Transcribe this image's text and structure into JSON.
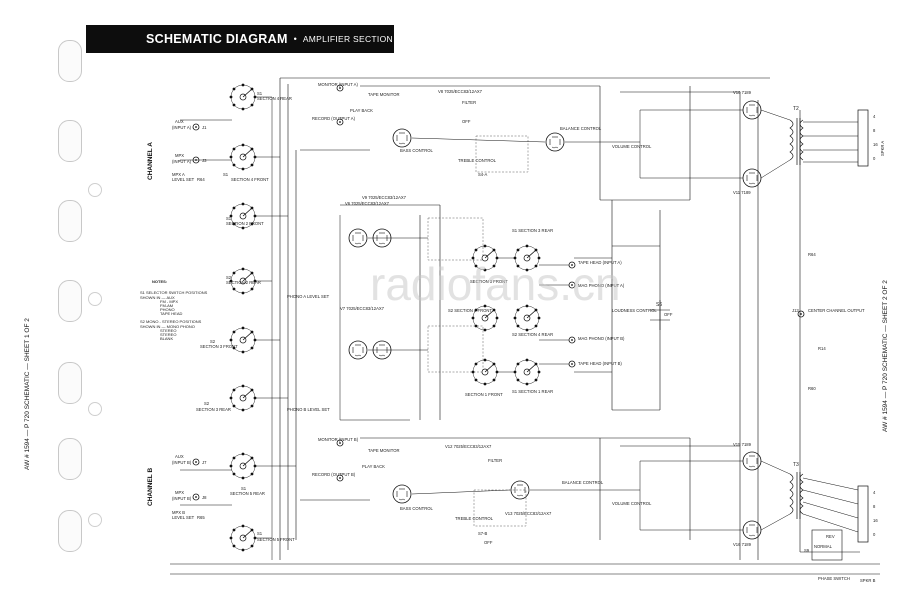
{
  "header": {
    "title": "SCHEMATIC DIAGRAM",
    "separator": "•",
    "subtitle": "AMPLIFIER SECTION"
  },
  "margins": {
    "left_vertical": "AW # 1594 — P 720 SCHEMATIC — SHEET 1 OF 2",
    "right_vertical": "AW # 1594 — P 720 SCHEMATIC — SHEET 2 OF 2"
  },
  "channels": {
    "a": "CHANNEL A",
    "b": "CHANNEL B"
  },
  "watermark": "radiofans.cn",
  "notes": {
    "title": "NOTES:",
    "s1_title": "S1 SELECTOR SWITCH POSITIONS",
    "s1_positions": [
      "SHOWN IN — AUX",
      "FM - MPX",
      "FM-AM",
      "PHONO",
      "TAPE HEAD"
    ],
    "s2_title": "S2 MONO - STEREO POSITIONS",
    "s2_positions": [
      "SHOWN IN — MONO PHONO",
      "STEREO",
      "STEREO",
      "BLANK"
    ]
  },
  "inputs_a": [
    {
      "name": "AUX",
      "sub": "(INPUT A)",
      "jack": "J1"
    },
    {
      "name": "MPX",
      "sub": "(INPUT A)",
      "jack": "J3"
    },
    {
      "name": "MPX A",
      "sub": "LEVEL SET",
      "jack": "R64"
    }
  ],
  "inputs_b": [
    {
      "name": "AUX",
      "sub": "(INPUT B)",
      "jack": "J7"
    },
    {
      "name": "MPX",
      "sub": "(INPUT B)",
      "jack": "J8"
    },
    {
      "name": "MPX B",
      "sub": "LEVEL SET",
      "jack": "R65"
    }
  ],
  "switch_sections": [
    {
      "id": "S1",
      "label": "SECTION 4 REAR"
    },
    {
      "id": "S1",
      "label": "SECTION 4 FRONT"
    },
    {
      "id": "S1",
      "label": "SECTION 2 FRONT"
    },
    {
      "id": "S2",
      "label": "SECTION 2 REAR"
    },
    {
      "id": "S2",
      "label": "SECTION 3 FRONT"
    },
    {
      "id": "S2",
      "label": "SECTION 3 REAR"
    },
    {
      "id": "S1",
      "label": "SECTION 5 REAR"
    },
    {
      "id": "S1",
      "label": "SECTION 5 FRONT"
    }
  ],
  "top_section": {
    "monitor": "MONITOR (INPUT A)",
    "record": "RECORD (OUTPUT A)",
    "tape_monitor": "TAPE MONITOR",
    "play_back": "PLAY BACK",
    "tube_v8": "V8 7025/ECC83/12AX7",
    "tube_v9": "V9 7025/ECC83/12AX7",
    "filter": "FILTER",
    "off": "OFF",
    "bass_control": "BASS CONTROL",
    "treble_control": "TREBLE CONTROL",
    "balance_control": "BALANCE CONTROL",
    "volume_control": "VOLUME CONTROL",
    "s4_label": "S4-A",
    "output_tubes": [
      "V10 7189",
      "V11 7189"
    ],
    "output_transformer": "T2",
    "speaker_terminals": [
      "4",
      "8",
      "16",
      "0"
    ],
    "speaker": "SPKR A"
  },
  "middle_section": {
    "phono_a": "PHONO A LEVEL SET",
    "phono_b": "PHONO B LEVEL SET",
    "tube_v6": "V6 7025/ECC83/12AX7",
    "tube_v7": "V7 7025/ECC83/12AX7",
    "s1_section3_rear": "S1 SECTION 3 REAR",
    "s1_section3_front": "SECTION 3 FRONT",
    "s2_section4_front": "S2 SECTION 4 FRONT",
    "s2_section4_rear": "S2 SECTION 4 REAR",
    "s1_section1_rear": "S1 SECTION 1 REAR",
    "s1_section1_front": "SECTION 1 FRONT",
    "tape_head_a": "TAPE HEAD (INPUT A)",
    "mag_phono_a": "MAG PHONO (INPUT A)",
    "mag_phono_b": "MAG PHONO (INPUT B)",
    "tape_head_b": "TAPE HEAD (INPUT B)",
    "loudness": "LOUDNESS CONTROL",
    "s6": "S6",
    "s6_off": "OFF",
    "center_channel": "CENTER CHANNEL OUTPUT",
    "center_jack": "J13",
    "r64": "R64",
    "r14": "R14",
    "r60": "R60"
  },
  "bottom_section": {
    "monitor": "MONITOR (INPUT B)",
    "record": "RECORD (OUTPUT B)",
    "tape_monitor": "TAPE MONITOR",
    "play_back": "PLAY BACK",
    "tube_v12": "V12 7025/ECC83/12AX7",
    "tube_v13": "V13 7025/ECC83/12AX7",
    "filter": "FILTER",
    "off": "OFF",
    "bass_control": "BASS CONTROL",
    "treble_control": "TREBLE CONTROL",
    "balance_control": "BALANCE CONTROL",
    "volume_control": "VOLUME CONTROL",
    "s7_label": "S7-B",
    "output_tubes": [
      "V15 7189",
      "V16 7189"
    ],
    "output_transformer": "T3",
    "speaker_terminals": [
      "4",
      "8",
      "16",
      "0"
    ],
    "speaker": "SPKR B",
    "normal": "NORMAL",
    "reversed": "REV",
    "phase_switch": "PHASE SWITCH",
    "s9": "S9"
  }
}
